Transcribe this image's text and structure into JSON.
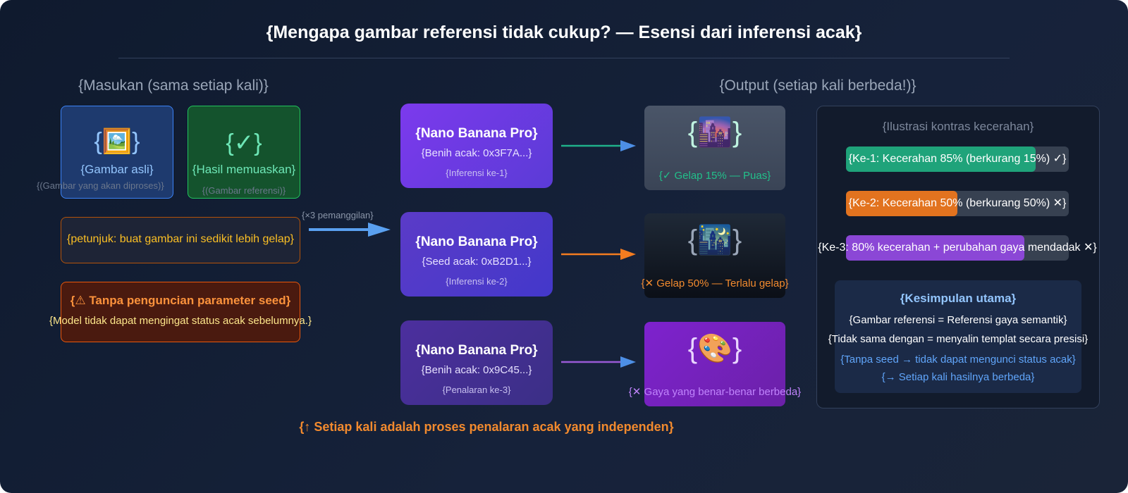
{
  "title": "{Mengapa gambar referensi tidak cukup? — Esensi dari inferensi acak}",
  "input": {
    "heading": "{Masukan (sama setiap kali)}",
    "original": {
      "icon": "🖼️",
      "label": "{Gambar asli}",
      "sub": "{(Gambar yang akan diproses)}"
    },
    "satisfied": {
      "icon": "{✓}",
      "label": "{Hasil memuaskan}",
      "sub": "{(Gambar referensi)}"
    },
    "prompt": "{petunjuk: buat gambar ini sedikit lebih gelap}",
    "warning_title": "{⚠ Tanpa penguncian parameter seed}",
    "warning_text": "{Model tidak dapat mengingat status acak sebelumnya.}",
    "calls_label": "{×3 pemanggilan}"
  },
  "models": [
    {
      "name": "{Nano Banana Pro}",
      "seed": "{Benih acak: 0x3F7A...}",
      "run": "{Inferensi ke-1}"
    },
    {
      "name": "{Nano Banana Pro}",
      "seed": "{Seed acak: 0xB2D1...}",
      "run": "{Inferensi ke-2}"
    },
    {
      "name": "{Nano Banana Pro}",
      "seed": "{Benih acak: 0x9C45...}",
      "run": "{Penalaran ke-3}"
    }
  ],
  "footer_note": "{↑ Setiap kali adalah proses penalaran acak yang independen}",
  "output": {
    "heading": "{Output (setiap kali berbeda!)}",
    "results": [
      {
        "icon": "🌆",
        "caption": "{✓ Gelap 15% — Puas}",
        "color": "#22c08a"
      },
      {
        "icon": "🌃",
        "caption": "{✕ Gelap 50% — Terlalu gelap}",
        "color": "#f28a2e"
      },
      {
        "icon": "🎨",
        "caption": "{✕ Gaya yang benar-benar berbeda}",
        "color": "#b06cf0"
      }
    ]
  },
  "contrast": {
    "heading": "{Ilustrasi kontras kecerahan}",
    "bars": [
      {
        "label": "{Ke-1: Kecerahan 85% (berkurang 15%) ✓}",
        "value": 0.85,
        "color": "#1fa37a"
      },
      {
        "label": "{Ke-2: Kecerahan 50% (berkurang 50%) ✕}",
        "value": 0.5,
        "color": "#e2731f"
      },
      {
        "label": "{Ke-3: 80% kecerahan + perubahan gaya mendadak ✕}",
        "value": 0.8,
        "color": "#8b47d6"
      }
    ]
  },
  "conclusion": {
    "title": "{Kesimpulan utama}",
    "line1": "{Gambar referensi = Referensi gaya semantik}",
    "line2": "{Tidak sama dengan = menyalin templat secara presisi}",
    "line3": "{Tanpa seed → tidak dapat mengunci status acak}",
    "line4": "{→ Setiap kali hasilnya berbeda}"
  }
}
